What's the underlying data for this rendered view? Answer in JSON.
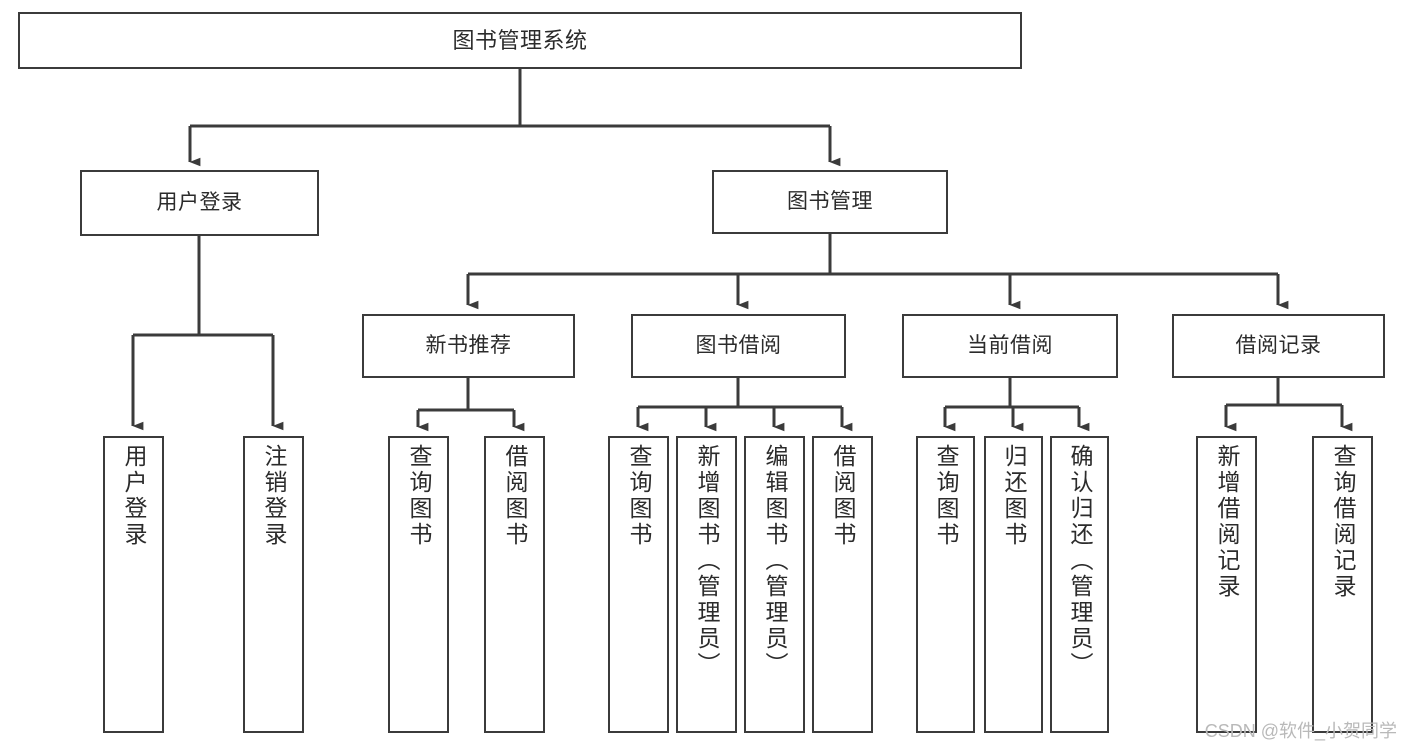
{
  "diagram": {
    "title": "图书管理系统",
    "type": "tree",
    "stroke_color": "#3b3b3b",
    "text_color": "#2b2b2b",
    "background": "#ffffff",
    "watermark": "CSDN @软件_小贺同学"
  },
  "nodes": {
    "root": {
      "label": "图书管理系统"
    },
    "level2": [
      {
        "label": "用户登录"
      },
      {
        "label": "图书管理"
      }
    ],
    "level3": [
      {
        "label": "新书推荐"
      },
      {
        "label": "图书借阅"
      },
      {
        "label": "当前借阅"
      },
      {
        "label": "借阅记录"
      }
    ],
    "leaves": {
      "user_login": [
        {
          "label": "用户登录"
        },
        {
          "label": "注销登录"
        }
      ],
      "new_book_recommend": [
        {
          "label": "查询图书"
        },
        {
          "label": "借阅图书"
        }
      ],
      "book_borrow": [
        {
          "label": "查询图书"
        },
        {
          "label": "新增图书（管理员）"
        },
        {
          "label": "编辑图书（管理员）"
        },
        {
          "label": "借阅图书"
        }
      ],
      "current_borrow": [
        {
          "label": "查询图书"
        },
        {
          "label": "归还图书"
        },
        {
          "label": "确认归还（管理员）"
        }
      ],
      "borrow_record": [
        {
          "label": "新增借阅记录"
        },
        {
          "label": "查询借阅记录"
        }
      ]
    }
  }
}
